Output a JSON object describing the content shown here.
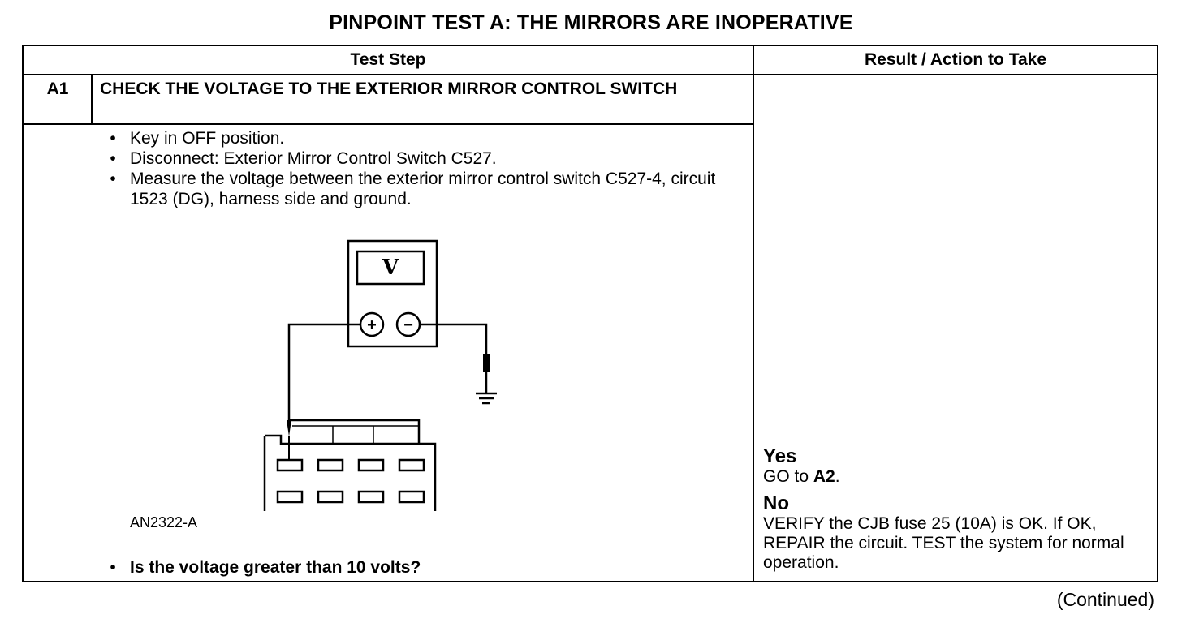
{
  "title": "PINPOINT TEST A: THE MIRRORS ARE INOPERATIVE",
  "table": {
    "col_test_step": "Test Step",
    "col_result": "Result / Action to Take"
  },
  "step": {
    "id": "A1",
    "title": "CHECK THE VOLTAGE TO THE EXTERIOR MIRROR CONTROL SWITCH",
    "bullets": [
      "Key in OFF position.",
      "Disconnect: Exterior Mirror Control Switch C527.",
      "Measure the voltage between the exterior mirror control switch C527-4, circuit 1523 (DG), harness side and ground."
    ],
    "question": "Is the voltage greater than 10 volts?",
    "figure_id": "AN2322-A"
  },
  "diagram": {
    "meter_symbol": "V",
    "plus": "+",
    "minus": "−",
    "icons": [
      "voltmeter-icon",
      "ground-symbol-icon",
      "connector-icon",
      "probe-icon"
    ]
  },
  "result": {
    "yes_label": "Yes",
    "yes_prefix": "GO to ",
    "yes_target": "A2",
    "yes_suffix": ".",
    "no_label": "No",
    "no_text": "VERIFY the CJB fuse 25 (10A) is OK. If OK, REPAIR the circuit. TEST the system for normal operation."
  },
  "continued": "(Continued)"
}
